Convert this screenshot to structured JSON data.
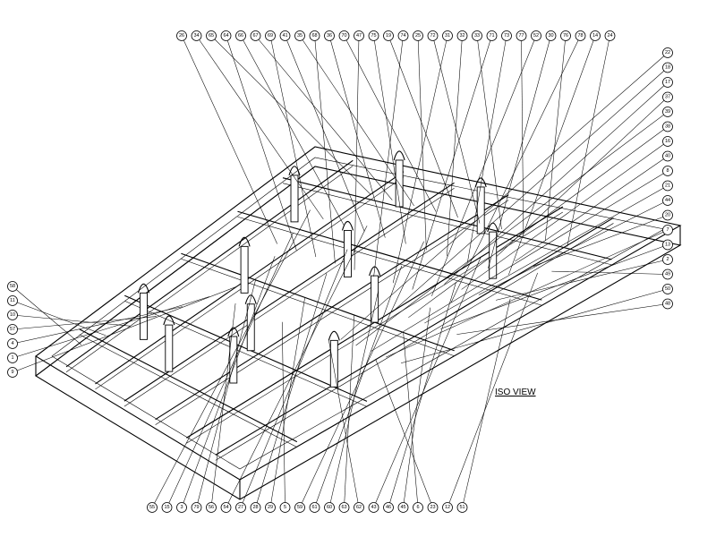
{
  "drawing": {
    "view_title": "ISO VIEW"
  },
  "callouts": {
    "top": [
      "26",
      "34",
      "65",
      "64",
      "66",
      "67",
      "69",
      "41",
      "35",
      "68",
      "36",
      "70",
      "47",
      "75",
      "19",
      "74",
      "25",
      "72",
      "31",
      "32",
      "33",
      "71",
      "73",
      "77",
      "52",
      "30",
      "76",
      "78",
      "14",
      "24"
    ],
    "right": [
      "22",
      "18",
      "17",
      "37",
      "39",
      "38",
      "16",
      "40",
      "8",
      "21",
      "44",
      "20",
      "7",
      "13",
      "2",
      "49",
      "50",
      "48"
    ],
    "left": [
      "58",
      "11",
      "10",
      "57",
      "4",
      "1",
      "9"
    ],
    "bottom": [
      "55",
      "15",
      "3",
      "79",
      "56",
      "54",
      "27",
      "28",
      "29",
      "5",
      "59",
      "61",
      "60",
      "63",
      "62",
      "43",
      "46",
      "45",
      "6",
      "23",
      "12",
      "51"
    ]
  }
}
